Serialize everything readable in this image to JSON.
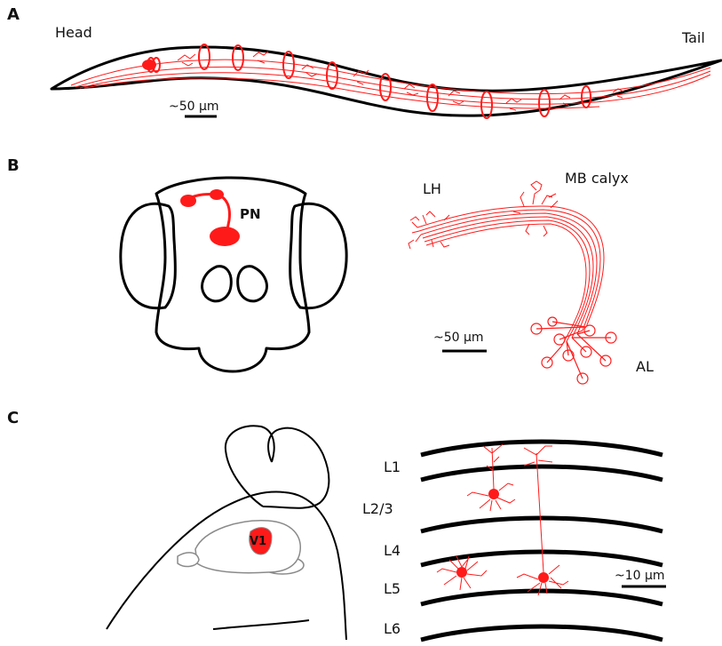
{
  "colors": {
    "neuron": "#ff1a1a",
    "outline": "#000000",
    "brain_region": "#9a9a9a"
  },
  "panel_a": {
    "letter": "A",
    "head_label": "Head",
    "tail_label": "Tail",
    "scale_bar_label": "~50 µm"
  },
  "panel_b": {
    "letter": "B",
    "pn_label": "PN",
    "lh_label": "LH",
    "mb_label": "MB calyx",
    "al_label": "AL",
    "scale_bar_label": "~50 µm"
  },
  "panel_c": {
    "letter": "C",
    "v1_label": "V1",
    "layers": [
      "L1",
      "L2/3",
      "L4",
      "L5",
      "L6"
    ],
    "scale_bar_label": "~10 µm"
  }
}
